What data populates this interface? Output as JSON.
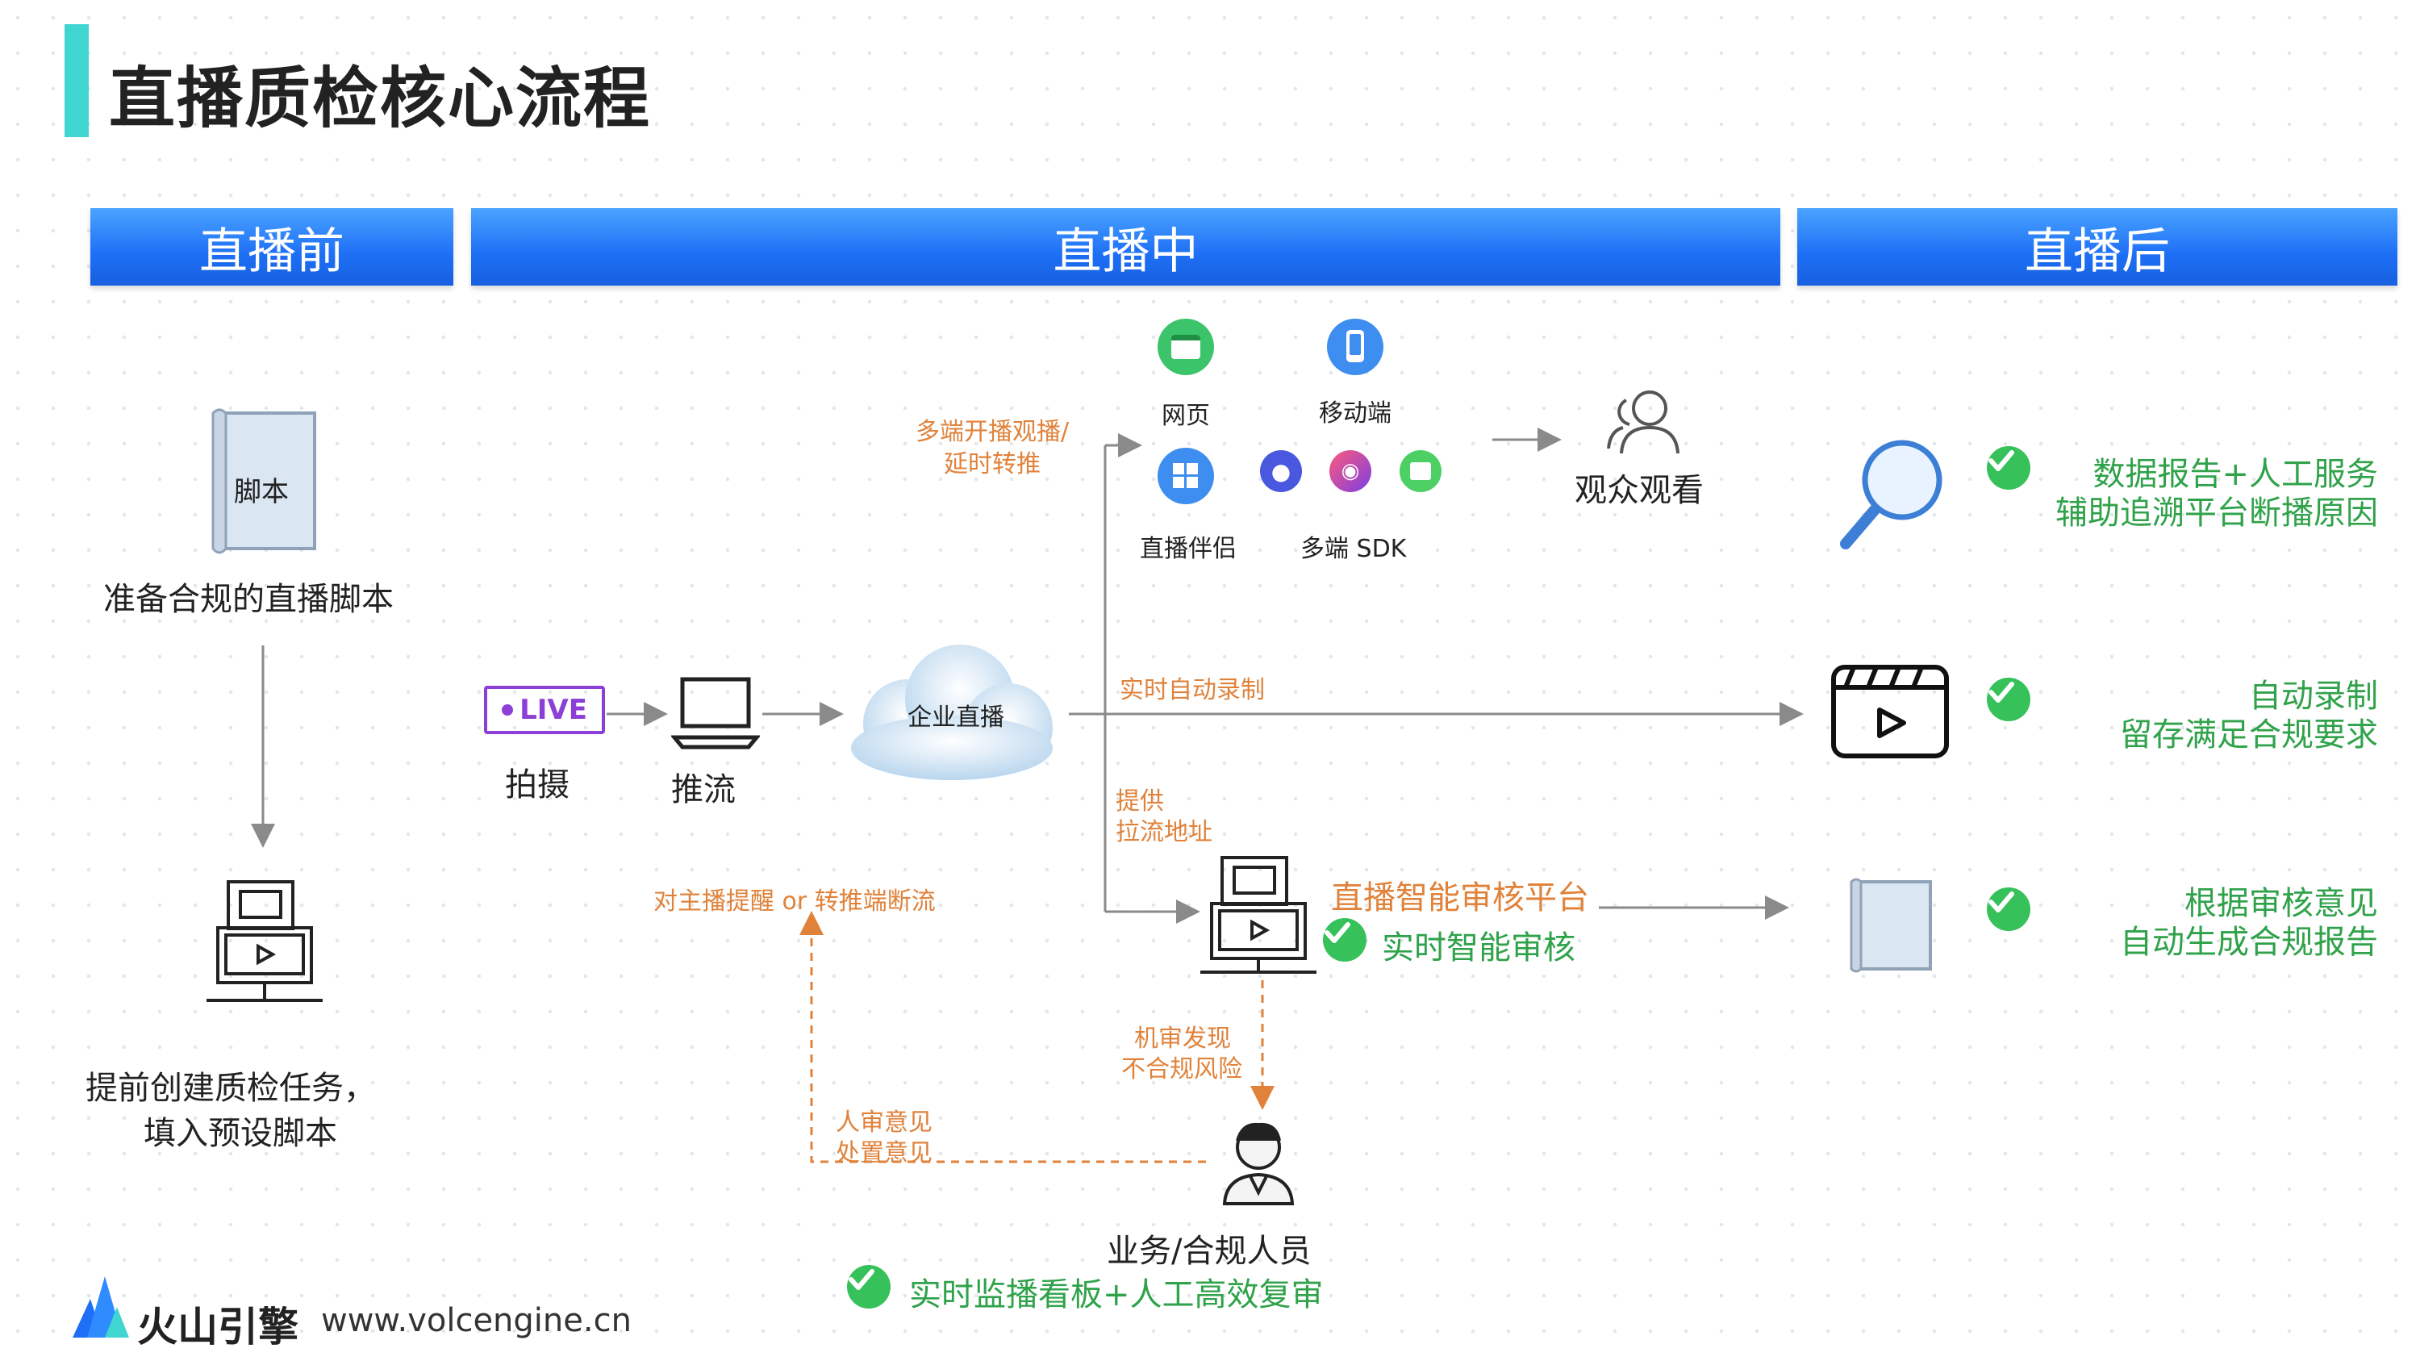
{
  "header": {
    "title": "直播质检核心流程"
  },
  "phases": {
    "before": "直播前",
    "during": "直播中",
    "after": "直播后"
  },
  "before": {
    "script_doc": "脚本",
    "prepare": "准备合规的直播脚本",
    "task_line1": "提前创建质检任务，",
    "task_line2": "填入预设脚本"
  },
  "during": {
    "live_badge": "LIVE",
    "shoot": "拍摄",
    "push": "推流",
    "cloud": "企业直播",
    "multi_line1": "多端开播观播/",
    "multi_line2": "延时转推",
    "web": "网页",
    "mobile": "移动端",
    "companion": "直播伴侣",
    "sdk": "多端 SDK",
    "audience": "观众观看",
    "record": "实时自动录制",
    "provide_line1": "提供",
    "provide_line2": "拉流地址",
    "platform": "直播智能审核平台",
    "realtime_review": "实时智能审核",
    "remind": "对主播提醒  or  转推端断流",
    "machine_line1": "机审发现",
    "machine_line2": "不合规风险",
    "human_line1": "人审意见",
    "human_line2": "处置意见",
    "staff": "业务/合规人员",
    "monitor": "实时监播看板+人工高效复审"
  },
  "after": {
    "report_line1": "数据报告+人工服务",
    "report_line2": "辅助追溯平台断播原因",
    "rec_line1": "自动录制",
    "rec_line2": "留存满足合规要求",
    "gen_line1": "根据审核意见",
    "gen_line2": "自动生成合规报告"
  },
  "footer": {
    "brand": "火山引擎",
    "url": "www.volcengine.cn"
  },
  "colors": {
    "accent": "#3fd6d1",
    "phase_blue": "#1e6ff5",
    "orange": "#e0823a",
    "green": "#36c15a"
  }
}
